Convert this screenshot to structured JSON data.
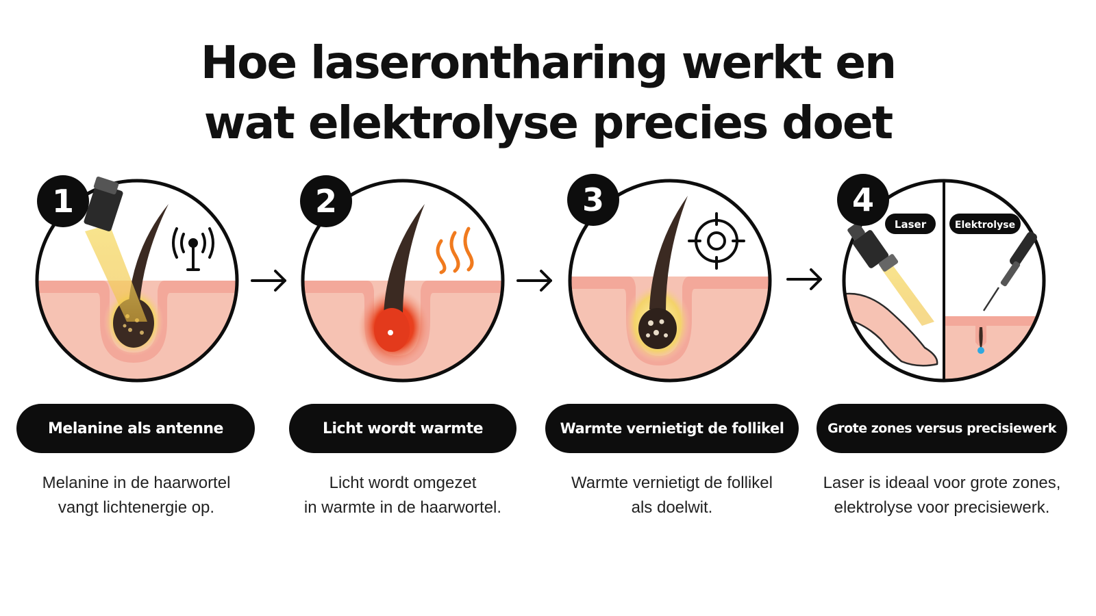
{
  "title": {
    "line1": "Hoe laserontharing werkt en",
    "line2": "wat elektrolyse precies doet"
  },
  "steps": [
    {
      "number": "1",
      "heading": "Melanine als antenne",
      "desc_line1": "Melanine in de haarwortel",
      "desc_line2": "vangt lichtenergie op.",
      "icon": "antenna-icon"
    },
    {
      "number": "2",
      "heading": "Licht wordt warmte",
      "desc_line1": "Licht wordt omgezet",
      "desc_line2": "in warmte in de haarwortel.",
      "icon": "heat-waves-icon"
    },
    {
      "number": "3",
      "heading": "Warmte vernietigt de follikel",
      "desc_line1": "Warmte vernietigt de follikel",
      "desc_line2": "als doelwit.",
      "icon": "target-icon"
    },
    {
      "number": "4",
      "heading": "Grote zones versus precisiewerk",
      "desc_line1": "Laser is ideaal voor grote zones,",
      "desc_line2": "elektrolyse voor precisiewerk.",
      "icon": "split-comparison-icon",
      "label_left": "Laser",
      "label_right": "Elektrolyse"
    }
  ],
  "colors": {
    "skin_light": "#f6c2b3",
    "skin_top": "#f3a89a",
    "hair": "#3b2a22",
    "ink": "#0d0d0d",
    "heat_orange": "#f07a1e",
    "beam_yellow": "#f2c84b"
  }
}
